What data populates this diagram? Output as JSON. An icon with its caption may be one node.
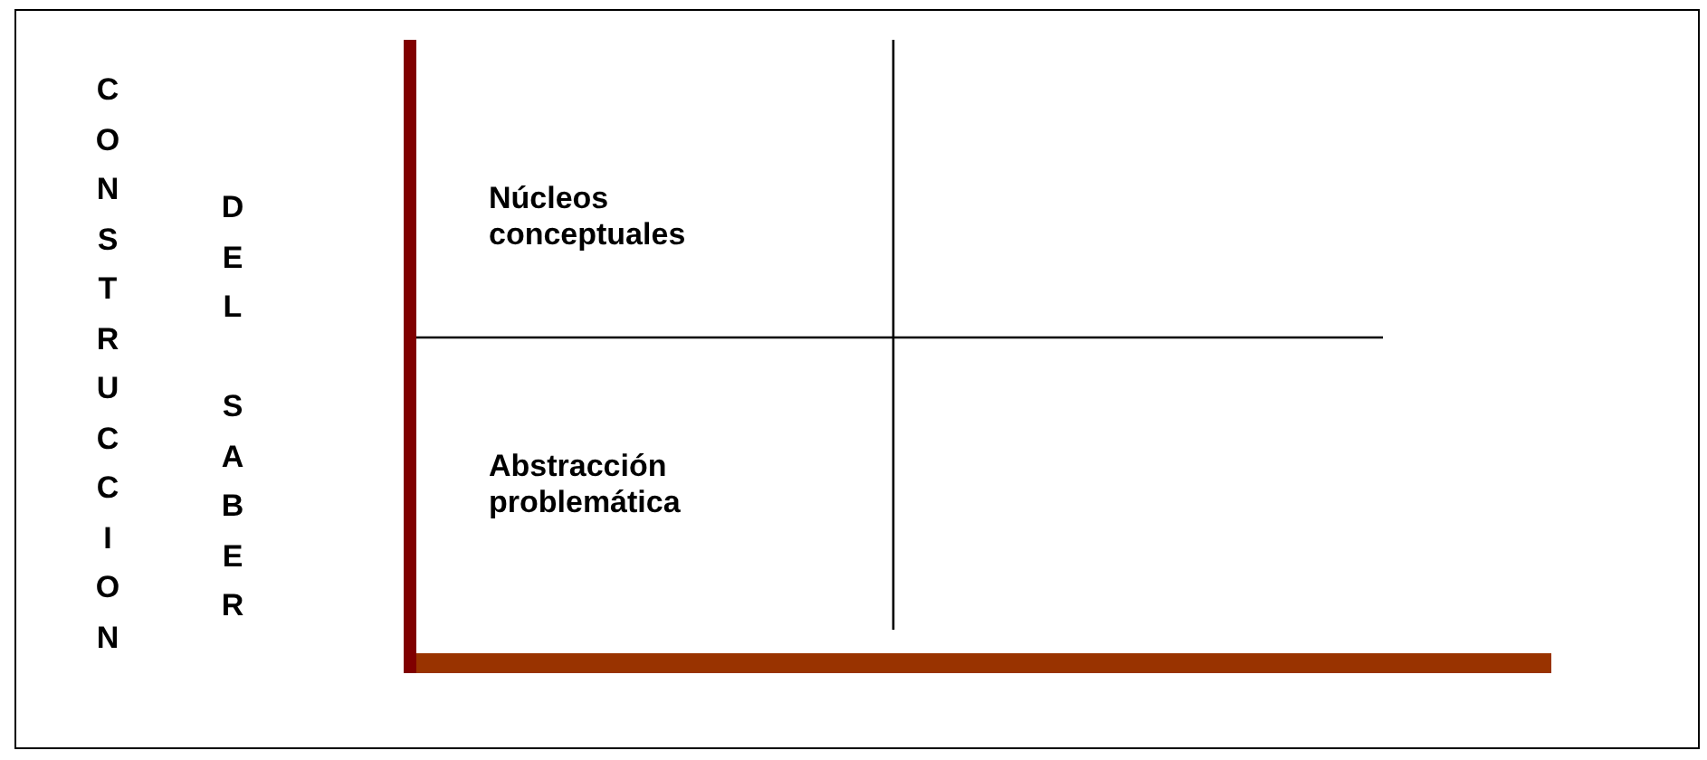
{
  "diagram": {
    "labels": [
      "CONSTRUCCION",
      "DEL SABER",
      "Núcleos conceptuales",
      "Abstracción problemática"
    ]
  }
}
